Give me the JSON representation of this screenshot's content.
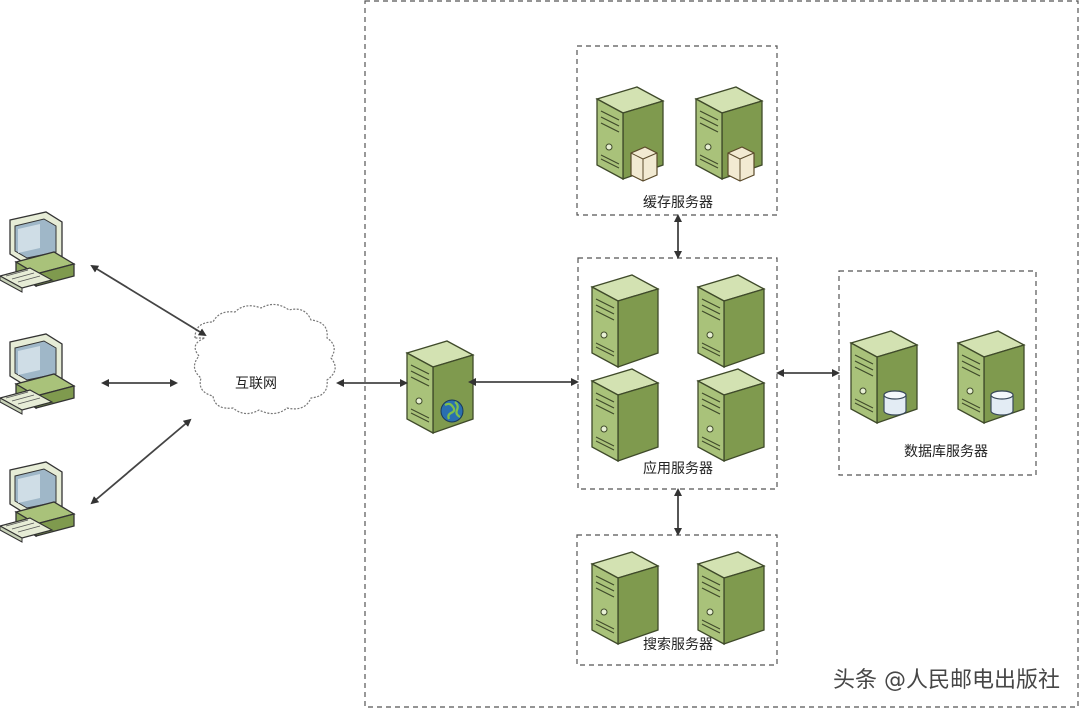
{
  "labels": {
    "internet": "互联网",
    "cache": "缓存服务器",
    "app": "应用服务器",
    "db": "数据库服务器",
    "search": "搜索服务器"
  },
  "watermark": "头条 @人民邮电出版社",
  "colors": {
    "server_front": "#a9c27a",
    "server_side": "#7f9a4e",
    "server_top": "#c9dca5",
    "monitor": "#e6ecd6",
    "screen": "#9fb7c8",
    "dash": "#555555",
    "arrow": "#444444"
  }
}
